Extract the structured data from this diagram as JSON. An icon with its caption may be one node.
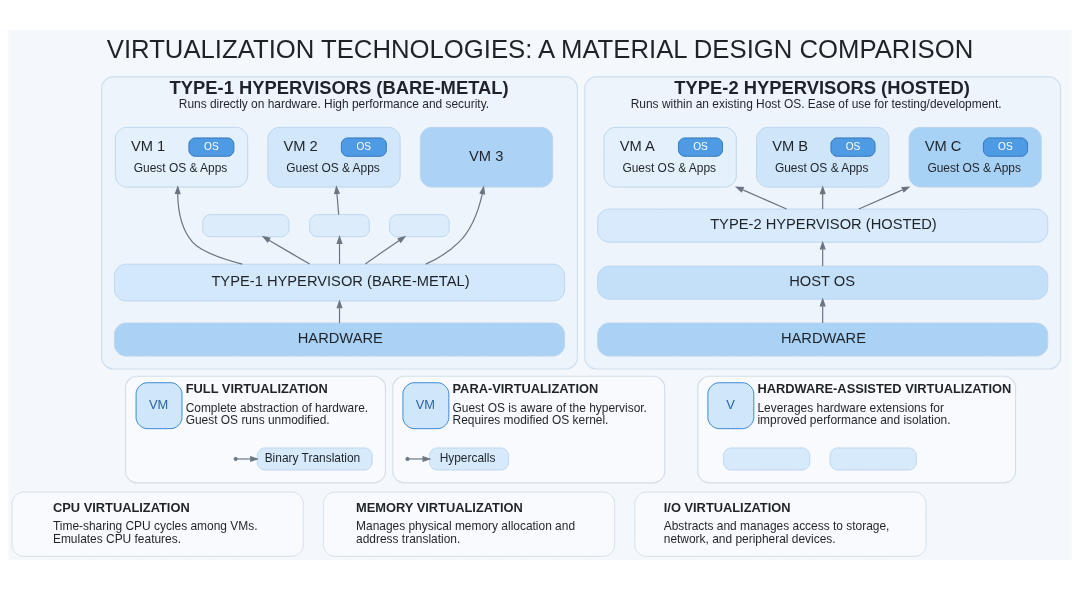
{
  "diagram": {
    "title": "VIRTUALIZATION TECHNOLOGIES: A MATERIAL DESIGN COMPARISON",
    "nodes": [
      {
        "text": [
          "TYPE-1 HYPERVISORS (BARE-METAL)",
          "Runs directly on hardware. High performance and security."
        ]
      },
      {
        "text": [
          "VM 1",
          "OS",
          "Guest OS & Apps"
        ],
        "in": 0
      },
      {
        "text": [
          "VM 2",
          "OS",
          "Guest OS & Apps"
        ],
        "in": 0
      },
      {
        "text": [
          "VM 3"
        ],
        "in": 0
      },
      {
        "text": [],
        "shape": "box",
        "in": 0
      },
      {
        "text": [],
        "shape": "box",
        "in": 0
      },
      {
        "text": [],
        "shape": "box",
        "in": 0
      },
      {
        "text": [
          "TYPE-1 HYPERVISOR (BARE-METAL)"
        ],
        "in": 0
      },
      {
        "text": [
          "HARDWARE"
        ],
        "in": 0
      },
      {
        "text": [
          "TYPE-2 HYPERVISORS (HOSTED)",
          "Runs within an existing Host OS. Ease of use for testing/development."
        ]
      },
      {
        "text": [
          "VM A",
          "OS",
          "Guest OS & Apps"
        ],
        "in": 9
      },
      {
        "text": [
          "VM B",
          "OS",
          "Guest OS & Apps"
        ],
        "in": 9
      },
      {
        "text": [
          "VM C",
          "OS",
          "Guest OS & Apps"
        ],
        "in": 9
      },
      {
        "text": [
          "TYPE-2 HYPERVISOR (HOSTED)"
        ],
        "in": 9
      },
      {
        "text": [
          "HOST OS"
        ],
        "in": 9
      },
      {
        "text": [
          "HARDWARE"
        ],
        "in": 9
      },
      {
        "text": [
          "VM",
          "FULL VIRTUALIZATION",
          "Complete abstraction of hardware. Guest OS runs unmodified."
        ]
      },
      {
        "text": [
          "Binary Translation"
        ],
        "in": 16
      },
      {
        "text": [
          "VM",
          "PARA-VIRTUALIZATION",
          "Guest OS is aware of the hypervisor. Requires modified OS kernel."
        ]
      },
      {
        "text": [
          "Hypercalls"
        ],
        "in": 18
      },
      {
        "text": [
          "V",
          "HARDWARE-ASSISTED VIRTUALIZATION",
          "Leverages hardware extensions for improved performance and isolation."
        ]
      },
      {
        "text": [],
        "shape": "box",
        "in": 20
      },
      {
        "text": [],
        "shape": "box",
        "in": 20
      },
      {
        "text": [
          "CPU VIRTUALIZATION",
          "Time-sharing CPU cycles among VMs. Emulates CPU features."
        ]
      },
      {
        "text": [
          "MEMORY VIRTUALIZATION",
          "Manages physical memory allocation and address translation."
        ]
      },
      {
        "text": [
          "I/O VIRTUALIZATION",
          "Abstracts and manages access to storage, network, and peripheral devices."
        ]
      }
    ],
    "edges": [
      {
        "from": 8,
        "to": 7,
        "arrow": "to"
      },
      {
        "from": 7,
        "to": 1,
        "arrow": "to"
      },
      {
        "from": 7,
        "to": 4,
        "arrow": "to"
      },
      {
        "from": 7,
        "to": 5,
        "arrow": "to"
      },
      {
        "from": 7,
        "to": 6,
        "arrow": "to"
      },
      {
        "from": 7,
        "to": 3,
        "arrow": "to"
      },
      {
        "from": 5,
        "to": 2,
        "arrow": "to"
      },
      {
        "from": 15,
        "to": 14,
        "arrow": "to"
      },
      {
        "from": 14,
        "to": 13,
        "arrow": "to"
      },
      {
        "from": 13,
        "to": 10,
        "arrow": "to"
      },
      {
        "from": 13,
        "to": 11,
        "arrow": "to"
      },
      {
        "from": 13,
        "to": 12,
        "arrow": "to"
      },
      {
        "from": null,
        "to": 17,
        "arrow": "to"
      },
      {
        "from": null,
        "to": 19,
        "arrow": "to"
      }
    ]
  }
}
